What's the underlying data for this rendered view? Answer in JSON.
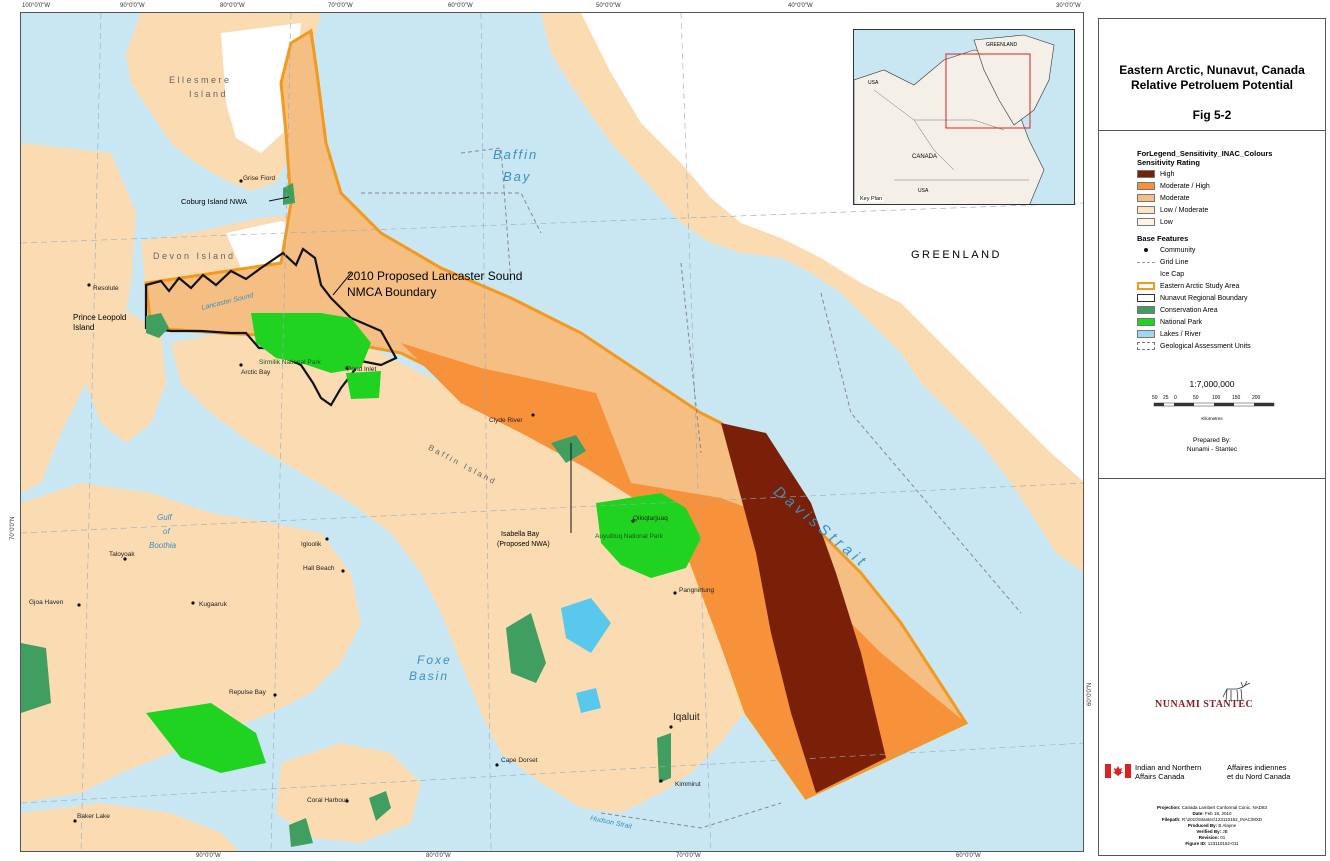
{
  "map": {
    "top_coords": [
      "100°0'0\"W",
      "90°0'0\"W",
      "80°0'0\"W",
      "70°0'0\"W",
      "60°0'0\"W",
      "50°0'0\"W",
      "40°0'0\"W",
      "30°0'0\"W"
    ],
    "bottom_coords": [
      "90°0'0\"W",
      "80°0'0\"W",
      "70°0'0\"W",
      "60°0'0\"W"
    ],
    "left_coord": "70°0'0\"N",
    "right_coord": "60°0'0\"N",
    "water_labels": {
      "baffin_1": "Baffin",
      "baffin_2": "Bay",
      "davis_strait": "D a v i s   S t r a i t",
      "foxe_1": "Foxe",
      "foxe_2": "Basin",
      "gulf_1": "Gulf",
      "gulf_2": "of",
      "gulf_3": "Boothia",
      "lancaster": "Lancaster Sound",
      "hudson": "Hudson Strait"
    },
    "island_labels": {
      "ellesmere_1": "Ellesmere",
      "ellesmere_2": "Island",
      "devon": "Devon Island",
      "baffin_island": "Baffin Island",
      "prince_leopold_1": "Prince Leopold",
      "prince_leopold_2": "Island"
    },
    "annotations": {
      "nmca_1": "2010 Proposed Lancaster Sound",
      "nmca_2": "NMCA Boundary",
      "coburg": "Coburg Island NWA",
      "isabella_1": "Isabella Bay",
      "isabella_2": "(Proposed NWA)",
      "greenland": "GREENLAND"
    },
    "communities": {
      "grise_fiord": "Grise Fiord",
      "resolute": "Resolute",
      "arctic_bay": "Arctic Bay",
      "pond_inlet": "Pond Inlet",
      "clyde_river": "Clyde River",
      "qikiqtarjuaq": "Qikiqtarjuaq",
      "pangnirtung": "Pangnirtung",
      "iqaluit": "Iqaluit",
      "kimmirut": "Kimmirut",
      "cape_dorset": "Cape Dorset",
      "igloolik": "Igloolik",
      "hall_beach": "Hall Beach",
      "taloyoak": "Taloyoak",
      "kugaaruk": "Kugaaruk",
      "gjoa_haven": "Gjoa Haven",
      "repulse_bay": "Repulse Bay",
      "coral_harbour": "Coral Harbour",
      "baker_lake": "Baker Lake"
    },
    "parks": {
      "sirmilik": "Sirmilik National Park",
      "auyuittuq": "Auyuittuq National Park"
    },
    "inset": {
      "greenland": "GREENLAND",
      "usa": "USA",
      "canada": "CANADA",
      "usa_south": "USA",
      "caption": "Key Plan"
    },
    "colors": {
      "water": "#c9e7f3",
      "land": "#fbdcb2",
      "ice": "#ffffff",
      "high": "#7a1f08",
      "moderate_high": "#f7923b",
      "moderate": "#f5be82",
      "study_area_outline": "#f39a1e",
      "conservation": "#3f9e60",
      "national_park": "#21d321",
      "lakes": "#58c8ec"
    }
  },
  "legend": {
    "title_line1": "Eastern Arctic, Nunavut, Canada",
    "title_line2": "Relative Petroluem Potential",
    "figure": "Fig 5-2",
    "layer_name": "ForLegend_Sensitivity_INAC_Colours",
    "sensitivity_header": "Sensitivity Rating",
    "ratings": [
      {
        "label": "High",
        "color": "#7a1f08"
      },
      {
        "label": "Moderate / High",
        "color": "#f7923b"
      },
      {
        "label": "Moderate",
        "color": "#f5be82"
      },
      {
        "label": "Low / Moderate",
        "color": "#fbe6c4"
      },
      {
        "label": "Low",
        "color": "#fdf4e2"
      }
    ],
    "base_header": "Base Features",
    "base_features": [
      {
        "label": "Community",
        "kind": "dot"
      },
      {
        "label": "Grid Line",
        "kind": "dash"
      },
      {
        "label": "Ice Cap",
        "kind": "blank"
      },
      {
        "label": "Eastern Arctic Study Area",
        "kind": "orange-box"
      },
      {
        "label": "Nunavut Regional Boundary",
        "kind": "black-box"
      },
      {
        "label": "Conservation Area",
        "kind": "fill",
        "color": "#3f9e60"
      },
      {
        "label": "National Park",
        "kind": "fill",
        "color": "#21d321"
      },
      {
        "label": "Lakes / River",
        "kind": "fill",
        "color": "#9fd8ef"
      },
      {
        "label": "Geological Assessment Units",
        "kind": "dashbox"
      }
    ],
    "scale": "1:7,000,000",
    "scale_ticks": [
      "50",
      "25",
      "0",
      "50",
      "100",
      "150",
      "200"
    ],
    "scale_units": "Kilometres",
    "prepared_by": "Prepared By:",
    "prepared_org": "Nunami - Stantec"
  },
  "footer": {
    "logo_text": "NUNAMI STANTEC",
    "inac_en_1": "Indian and Northern",
    "inac_en_2": "Affairs Canada",
    "inac_fr_1": "Affaires indiennes",
    "inac_fr_2": "et du Nord Canada",
    "projection_label": "Projection:",
    "projection": "Canada Lambert Conformal Conic, NAD83",
    "date_label": "Date:",
    "date": "Feb 18, 2010",
    "filepath_label": "Filepath:",
    "filepath": "R:\\2010\\Stantec\\123110162_INAC\\MXD",
    "produced_label": "Produced By:",
    "produced": "B Alayne",
    "verified_label": "Verified By:",
    "verified": "JB",
    "revision_label": "Revision:",
    "revision": "01",
    "figure_id_label": "Figure ID:",
    "figure_id": "123110162-011"
  }
}
